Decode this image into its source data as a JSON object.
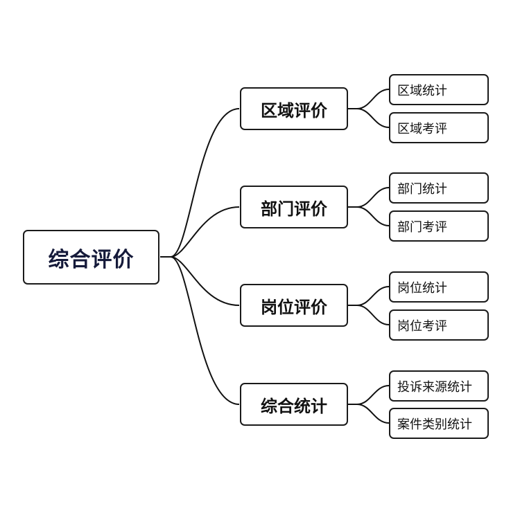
{
  "root": {
    "label": "综合评价"
  },
  "branches": [
    {
      "label": "区域评价",
      "children": [
        "区域统计",
        "区域考评"
      ]
    },
    {
      "label": "部门评价",
      "children": [
        "部门统计",
        "部门考评"
      ]
    },
    {
      "label": "岗位评价",
      "children": [
        "岗位统计",
        "岗位考评"
      ]
    },
    {
      "label": "综合统计",
      "children": [
        "投诉来源统计",
        "案件类别统计"
      ]
    }
  ],
  "colors": {
    "line": "#111111",
    "root_text": "#151a3a",
    "border": "#1a1a1a"
  }
}
